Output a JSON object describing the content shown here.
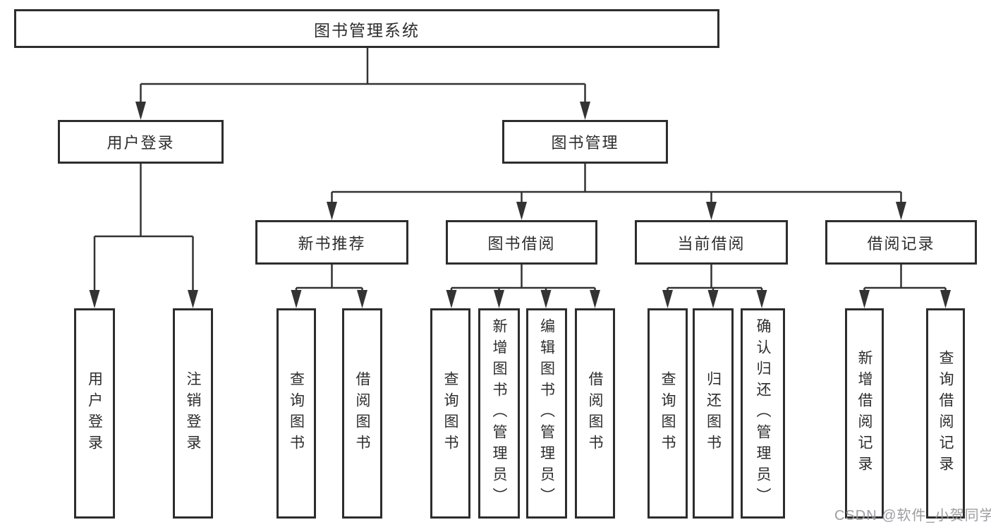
{
  "watermark": "CSDN @软件_小贺同学",
  "colors": {
    "line": "#333333",
    "box_border": "#2d2d2d",
    "text": "#2d2d2d",
    "watermark": "#98989e",
    "background": "#ffffff"
  },
  "tree": {
    "root": {
      "label": "图书管理系统"
    },
    "children": [
      {
        "label": "用户登录",
        "children": [
          {
            "label": "用户登录"
          },
          {
            "label": "注销登录"
          }
        ]
      },
      {
        "label": "图书管理",
        "children": [
          {
            "label": "新书推荐",
            "children": [
              {
                "label": "查询图书"
              },
              {
                "label": "借阅图书"
              }
            ]
          },
          {
            "label": "图书借阅",
            "children": [
              {
                "label": "查询图书"
              },
              {
                "label": "新增图书（管理员）"
              },
              {
                "label": "编辑图书（管理员）"
              },
              {
                "label": "借阅图书"
              }
            ]
          },
          {
            "label": "当前借阅",
            "children": [
              {
                "label": "查询图书"
              },
              {
                "label": "归还图书"
              },
              {
                "label": "确认归还（管理员）"
              }
            ]
          },
          {
            "label": "借阅记录",
            "children": [
              {
                "label": "新增借阅记录"
              },
              {
                "label": "查询借阅记录"
              }
            ]
          }
        ]
      }
    ]
  }
}
